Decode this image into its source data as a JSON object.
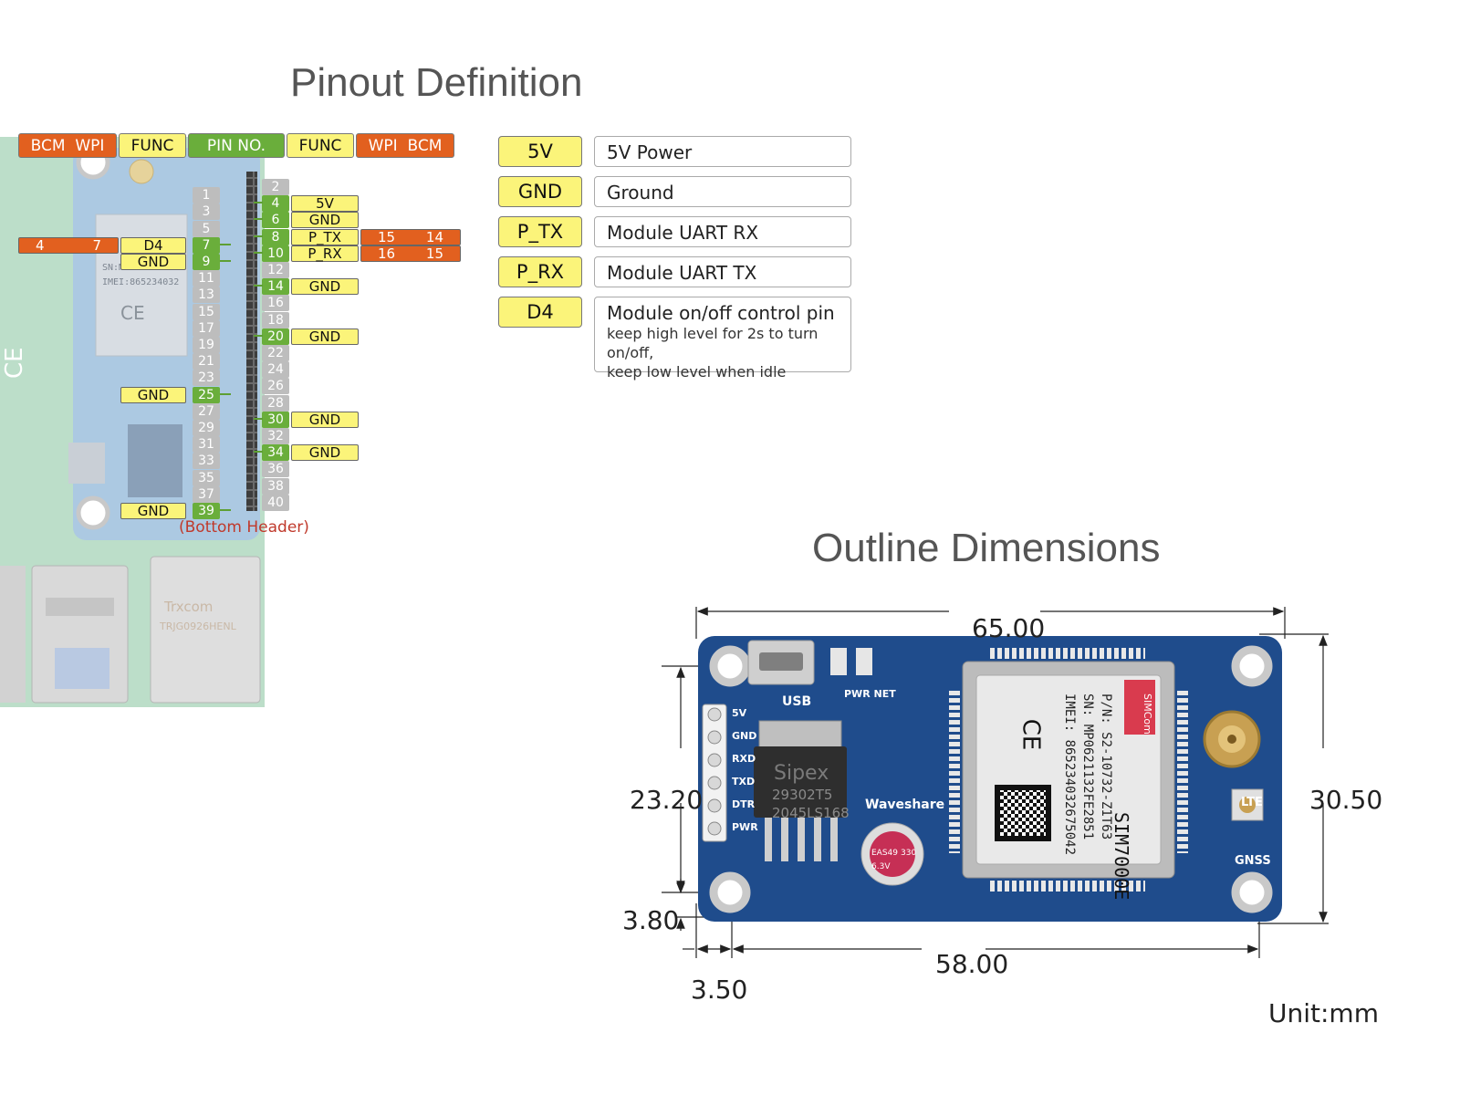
{
  "titles": {
    "pinout": "Pinout Definition",
    "outline": "Outline Dimensions"
  },
  "header": {
    "left_bcm": "BCM",
    "left_wpi": "WPI",
    "func_left": "FUNC",
    "pin_no": "PIN NO.",
    "func_right": "FUNC",
    "right_wpi": "WPI",
    "right_bcm": "BCM"
  },
  "pins": {
    "odd": [
      "1",
      "3",
      "5",
      "7",
      "9",
      "11",
      "13",
      "15",
      "17",
      "19",
      "21",
      "23",
      "25",
      "27",
      "29",
      "31",
      "33",
      "35",
      "37",
      "39"
    ],
    "even": [
      "2",
      "4",
      "6",
      "8",
      "10",
      "12",
      "14",
      "16",
      "18",
      "20",
      "22",
      "24",
      "26",
      "28",
      "30",
      "32",
      "34",
      "36",
      "38",
      "40"
    ],
    "active_odd": [
      "7",
      "9",
      "25",
      "39"
    ],
    "active_even": [
      "4",
      "6",
      "8",
      "10",
      "14",
      "20",
      "30",
      "34"
    ]
  },
  "left_funcs": {
    "p7": "D4",
    "p9": "GND",
    "p25": "GND",
    "p39": "GND"
  },
  "left_gpio": {
    "p7_bcm": "4",
    "p7_wpi": "7"
  },
  "right_funcs": {
    "p4": "5V",
    "p6": "GND",
    "p8": "P_TX",
    "p10": "P_RX",
    "p14": "GND",
    "p20": "GND",
    "p30": "GND",
    "p34": "GND"
  },
  "right_gpio": {
    "p8_wpi": "15",
    "p8_bcm": "14",
    "p10_wpi": "16",
    "p10_bcm": "15"
  },
  "bottom_header": "(Bottom Header)",
  "legend": [
    {
      "key": "5V",
      "desc": "5V Power"
    },
    {
      "key": "GND",
      "desc": "Ground"
    },
    {
      "key": "P_TX",
      "desc": "Module UART RX"
    },
    {
      "key": "P_RX",
      "desc": "Module UART TX"
    },
    {
      "key": "D4",
      "desc": "Module on/off control pin",
      "sub1": "keep high level for 2s to turn on/off,",
      "sub2": "keep low level when idle"
    }
  ],
  "board": {
    "usb": "USB",
    "pwr_net": "PWR NET",
    "waveshare": "Waveshare",
    "chip_brand": "Sipex",
    "chip_l1": "29302T5",
    "chip_l2": "2045LS168",
    "header_pins": [
      "5V",
      "GND",
      "RXD",
      "TXD",
      "DTR",
      "PWR"
    ],
    "module_name": "SIM7000E",
    "module_brand": "SIMCom",
    "pn": "P/N: S2-10732-Z1T63",
    "sn": "SN: MP0621132FE2851",
    "imei": "IMEI: 865234032675042",
    "ce": "CE",
    "lte": "LTE",
    "gnss": "GNSS",
    "cap_l1": "EAS49",
    "cap_l2": "330",
    "cap_l3": "6.3V"
  },
  "dimensions": {
    "total_width": "65.00",
    "hole_spacing_w": "58.00",
    "total_height": "30.50",
    "hole_spacing_h": "23.20",
    "edge_offset_v": "3.80",
    "edge_offset_h": "3.50",
    "unit": "Unit:mm"
  },
  "colors": {
    "orange": "#e2601f",
    "yellow": "#fbf47a",
    "green": "#6aae3b",
    "grey": "#bdbdbd",
    "pcb_blue": "#1f4c8c"
  }
}
